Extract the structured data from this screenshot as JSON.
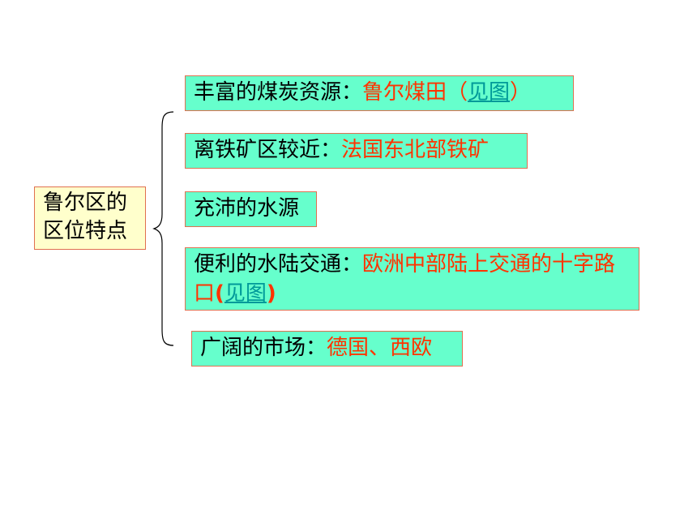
{
  "topic": {
    "line1": "鲁尔区的",
    "line2": "区位特点"
  },
  "items": [
    {
      "prefix": "丰富的煤炭资源：",
      "highlight": "鲁尔煤田（",
      "link": "见图",
      "suffix": "）"
    },
    {
      "prefix": "离铁矿区较近：",
      "highlight": "法国东北部铁矿"
    },
    {
      "prefix": "充沛的水源"
    },
    {
      "prefix": "便利的水陆交通：",
      "highlight": "欧洲中部陆上交通的十字路口",
      "paren_open": "(",
      "link": "见图",
      "paren_close": ")"
    },
    {
      "prefix": "广阔的市场：",
      "highlight": "德国、西欧"
    }
  ],
  "colors": {
    "topic_bg": "#ffffcc",
    "item_bg": "#66ffcc",
    "border": "#e07050",
    "highlight": "#ff3300",
    "link": "#009999"
  }
}
